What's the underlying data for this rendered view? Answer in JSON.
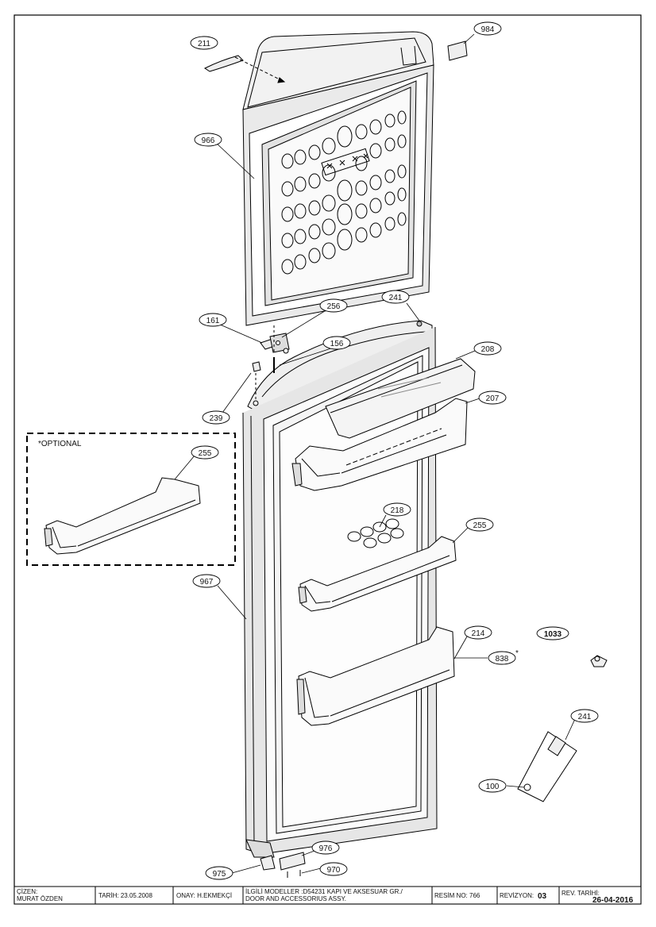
{
  "optional_box": {
    "label": "*OPTIONAL"
  },
  "callouts": [
    {
      "id": "c-211",
      "text": "211"
    },
    {
      "id": "c-984",
      "text": "984"
    },
    {
      "id": "c-966",
      "text": "966"
    },
    {
      "id": "c-241a",
      "text": "241"
    },
    {
      "id": "c-161",
      "text": "161"
    },
    {
      "id": "c-256",
      "text": "256"
    },
    {
      "id": "c-208",
      "text": "208"
    },
    {
      "id": "c-156",
      "text": "156"
    },
    {
      "id": "c-239",
      "text": "239"
    },
    {
      "id": "c-207",
      "text": "207"
    },
    {
      "id": "c-255a",
      "text": "255"
    },
    {
      "id": "c-218",
      "text": "218"
    },
    {
      "id": "c-255b",
      "text": "255"
    },
    {
      "id": "c-967",
      "text": "967"
    },
    {
      "id": "c-214",
      "text": "214"
    },
    {
      "id": "c-1033",
      "text": "1033"
    },
    {
      "id": "c-838",
      "text": "838"
    },
    {
      "id": "c-241b",
      "text": "241"
    },
    {
      "id": "c-100",
      "text": "100"
    },
    {
      "id": "c-976",
      "text": "976"
    },
    {
      "id": "c-975",
      "text": "975"
    },
    {
      "id": "c-970",
      "text": "970"
    }
  ],
  "asterisk": "*",
  "title_block": {
    "drawn_by_label": "ÇİZEN:",
    "drawn_by": "MURAT ÖZDEN",
    "date": "TARİH: 23.05.2008",
    "approved": "ONAY:  H.EKMEKÇİ",
    "models_line1": "İLGİLİ MODELLER :D54231 KAPI VE AKSESUAR GR./",
    "models_line2": "DOOR AND ACCESSORIUS ASSY.",
    "drawing_no": "RESİM NO: 766",
    "revision_label": "REVİZYON:",
    "revision_value": "03",
    "rev_date_label": "REV. TARİHİ:",
    "rev_date_value": "26-04-2016"
  }
}
